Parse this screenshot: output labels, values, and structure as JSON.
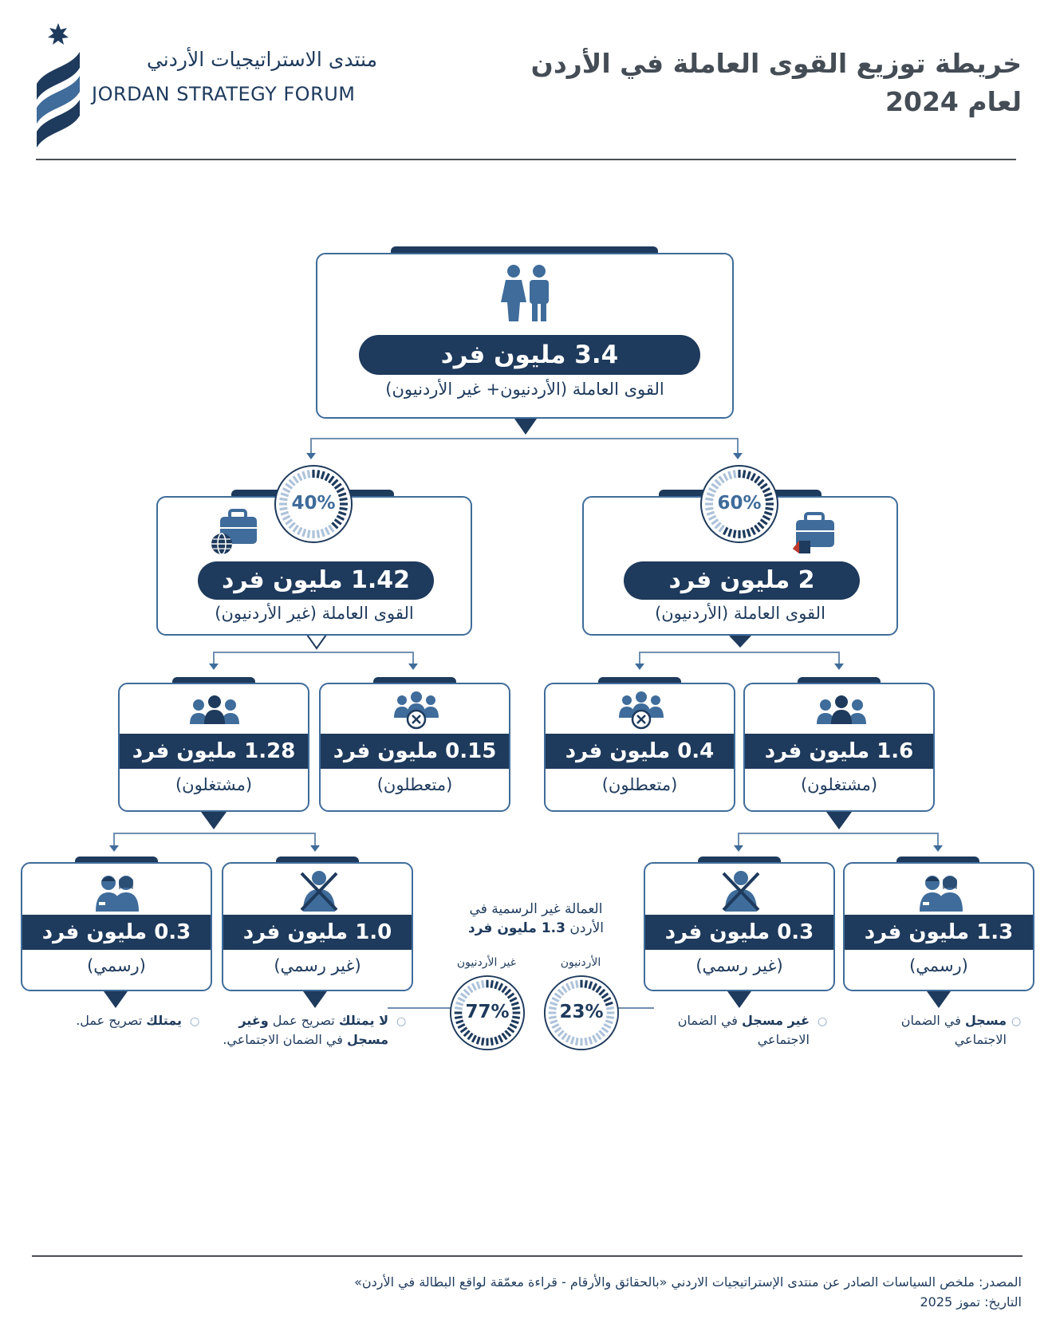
{
  "header": {
    "org_name_ar": "منتدى الاستراتيجيات الأردني",
    "org_name_en": "JORDAN STRATEGY FORUM",
    "title_line1": "خريطة توزيع القوى العاملة في الأردن",
    "title_line2": "لعام 2024"
  },
  "colors": {
    "navy": "#1e3a5c",
    "accent": "#3f6c9a",
    "light": "#aec3da",
    "dark_text": "#444c55"
  },
  "root": {
    "value": "3.4 مليون فرد",
    "label": "القوى العاملة (الأردنيون+ غير الأردنيون)",
    "icon": "people-icon"
  },
  "jordanians": {
    "percent": "60%",
    "percent_value": 60,
    "value": "2 مليون فرد",
    "label": "القوى العاملة (الأردنيون)",
    "icon": "briefcase-jordan-icon"
  },
  "non_jordanians": {
    "percent": "40%",
    "percent_value": 40,
    "value": "1.42 مليون فرد",
    "label": "القوى العاملة (غير الأردنيون)",
    "icon": "briefcase-globe-icon"
  },
  "jo_employed": {
    "value": "1.6 مليون فرد",
    "label": "(مشتغلون)",
    "icon": "team-icon"
  },
  "jo_unemployed": {
    "value": "0.4 مليون فرد",
    "label": "(متعطلون)",
    "icon": "team-x-icon"
  },
  "nj_employed": {
    "value": "1.28 مليون فرد",
    "label": "(مشتغلون)",
    "icon": "team-icon"
  },
  "nj_unemployed": {
    "value": "0.15 مليون فرد",
    "label": "(متعطلون)",
    "icon": "team-x-icon"
  },
  "jo_formal": {
    "value": "1.3 مليون فرد",
    "label": "(رسمي)",
    "icon": "workers-icon",
    "note_bold": "مسجل",
    "note_rest": " في الضمان الاجتماعي"
  },
  "jo_informal": {
    "value": "0.3 مليون فرد",
    "label": "(غير رسمي)",
    "icon": "crossed-worker-icon",
    "note_bold": "غير مسجل",
    "note_rest": " في الضمان الاجتماعي"
  },
  "nj_informal": {
    "value": "1.0 مليون فرد",
    "label": "(غير رسمي)",
    "icon": "crossed-worker-icon",
    "note_bold1": "لا يمتلك",
    "note_rest1": " تصريح عمل ",
    "note_bold2": "وغير مسجل",
    "note_rest2": " في الضمان الاجتماعي."
  },
  "nj_formal": {
    "value": "0.3 مليون فرد",
    "label": "(رسمي)",
    "icon": "workers-icon",
    "note_bold": "يمتلك",
    "note_rest": " تصريح عمل."
  },
  "informal": {
    "title_line1": "العمالة غير الرسمية في",
    "title_line2_a": "الأردن ",
    "title_line2_b": "1.3 مليون فرد",
    "jo_label": "الأردنيون",
    "jo_percent": "23%",
    "jo_percent_value": 23,
    "nj_label": "غير الأردنيون",
    "nj_percent": "77%",
    "nj_percent_value": 77
  },
  "footer": {
    "source": "المصدر: ملخص السياسات الصادر عن منتدى الإستراتيجيات الاردني «بالحقائق والأرقام - قراءة معمّقة لواقع البطالة في الأردن»",
    "date": "التاريخ: تموز 2025"
  }
}
